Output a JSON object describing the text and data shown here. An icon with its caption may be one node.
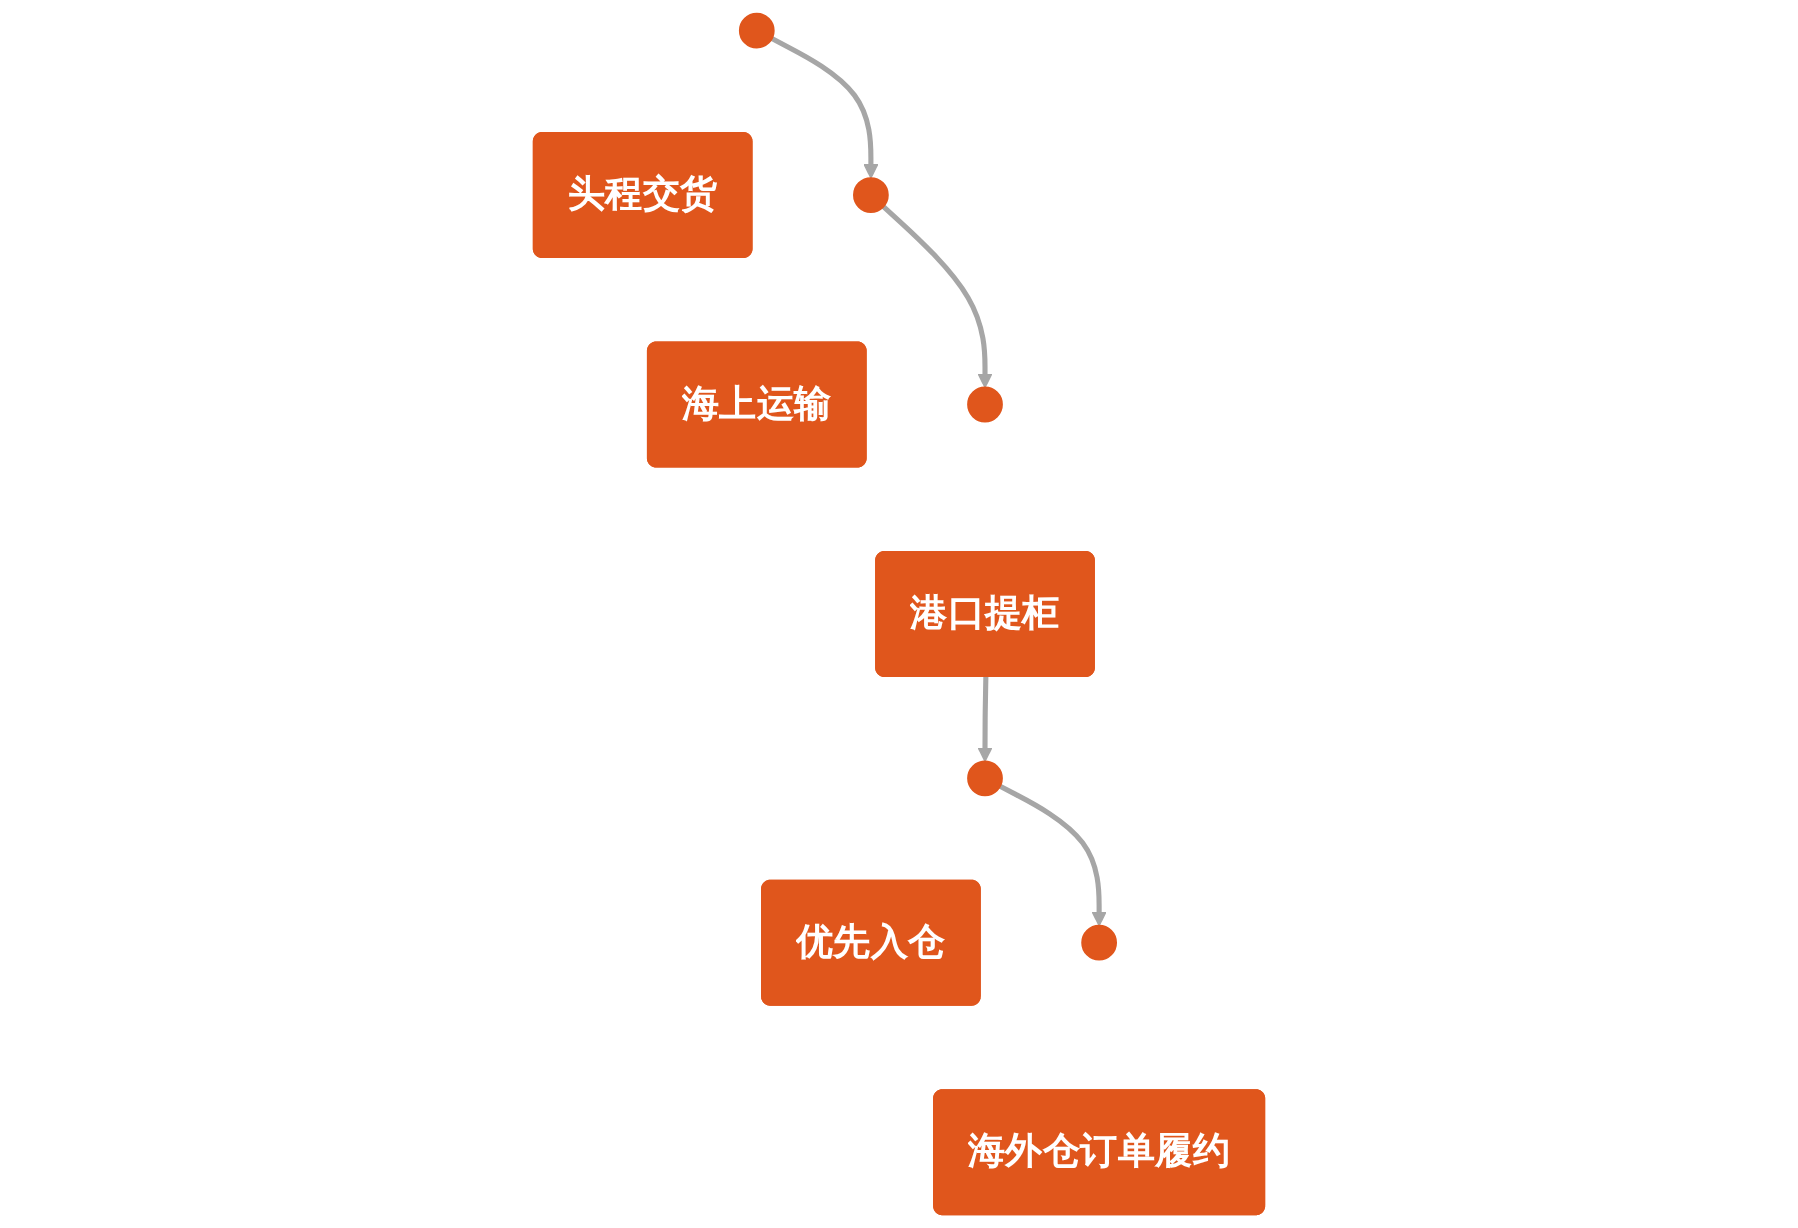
{
  "diagram": {
    "nodes": [
      {
        "text": [],
        "shape": "circle"
      },
      {
        "text": [
          "头程交货"
        ]
      },
      {
        "text": [],
        "shape": "circle"
      },
      {
        "text": [
          "海上运输"
        ]
      },
      {
        "text": [],
        "shape": "circle"
      },
      {
        "text": [
          "港口提柜"
        ]
      },
      {
        "text": [],
        "shape": "circle"
      },
      {
        "text": [
          "优先入仓"
        ]
      },
      {
        "text": [],
        "shape": "circle"
      },
      {
        "text": [
          "海外仓订单履约"
        ]
      }
    ],
    "edges": [
      {
        "from": 0,
        "to": 2,
        "arrow": "to"
      },
      {
        "from": 2,
        "to": 4,
        "arrow": "to"
      },
      {
        "from": 5,
        "to": 6,
        "arrow": "to"
      },
      {
        "from": 6,
        "to": 8,
        "arrow": "to"
      }
    ]
  }
}
